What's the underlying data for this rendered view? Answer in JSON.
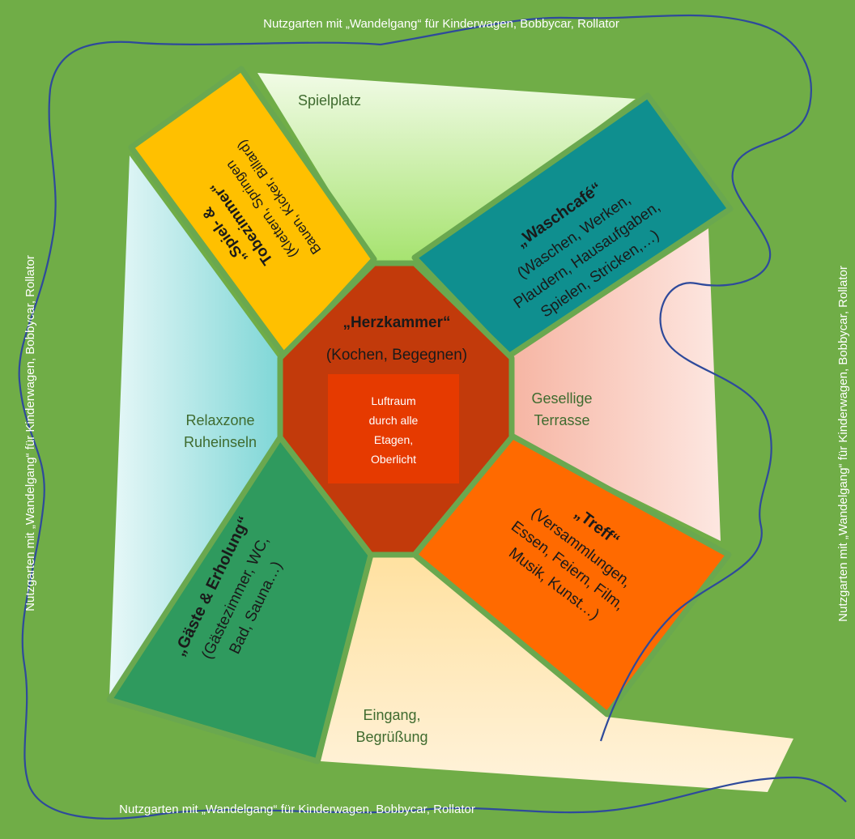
{
  "colors": {
    "garden": "#70ad47",
    "border": "#6aa84f",
    "herz": "#c23a0b",
    "luftraum": "#e63a00",
    "spiel": "#ffc000",
    "waschcafe": "#0f8f8f",
    "treff": "#ff6a00",
    "gaeste": "#2f9a5e",
    "path": "#2e4a9b"
  },
  "garden_labels": {
    "top": "Nutzgarten mit „Wandelgang“ für Kinderwagen, Bobbycar, Rollator",
    "bottom": "Nutzgarten mit „Wandelgang“ für Kinderwagen, Bobbycar, Rollator",
    "left": "Nutzgarten mit „Wandelgang“ für Kinderwagen, Bobbycar, Rollator",
    "right": "Nutzgarten mit „Wandelgang“ für Kinderwagen, Bobbycar, Rollator"
  },
  "zones": {
    "spielplatz": "Spielplatz",
    "relax_1": "Relaxzone",
    "relax_2": "Ruheinseln",
    "terrasse_1": "Gesellige",
    "terrasse_2": "Terrasse",
    "eingang_1": "Eingang,",
    "eingang_2": "Begrüßung"
  },
  "center": {
    "title": "„Herzkammer“",
    "subtitle": "(Kochen, Begegnen)",
    "luftraum_1": "Luftraum",
    "luftraum_2": "durch alle",
    "luftraum_3": "Etagen,",
    "luftraum_4": "Oberlicht"
  },
  "rooms": {
    "spiel": {
      "title_1": "„Spiel- &",
      "title_2": "Tobezimmer“",
      "line_1": "(Klettern, Springen",
      "line_2": "Bauen, Kicker, Billard)"
    },
    "waschcafe": {
      "title": "„Waschcafé“",
      "line_1": "(Waschen, Werken,",
      "line_2": "Plaudern, Hausaufgaben,",
      "line_3": "Spielen, Stricken,…)"
    },
    "treff": {
      "title": "„Treff“",
      "line_1": "(Versammlungen,",
      "line_2": "Essen, Feiern, Film,",
      "line_3": "Musik, Kunst…)"
    },
    "gaeste": {
      "title": "„Gäste & Erholung“",
      "line_1": "(Gästezimmer, WC,",
      "line_2": "Bad, Sauna…)"
    }
  }
}
